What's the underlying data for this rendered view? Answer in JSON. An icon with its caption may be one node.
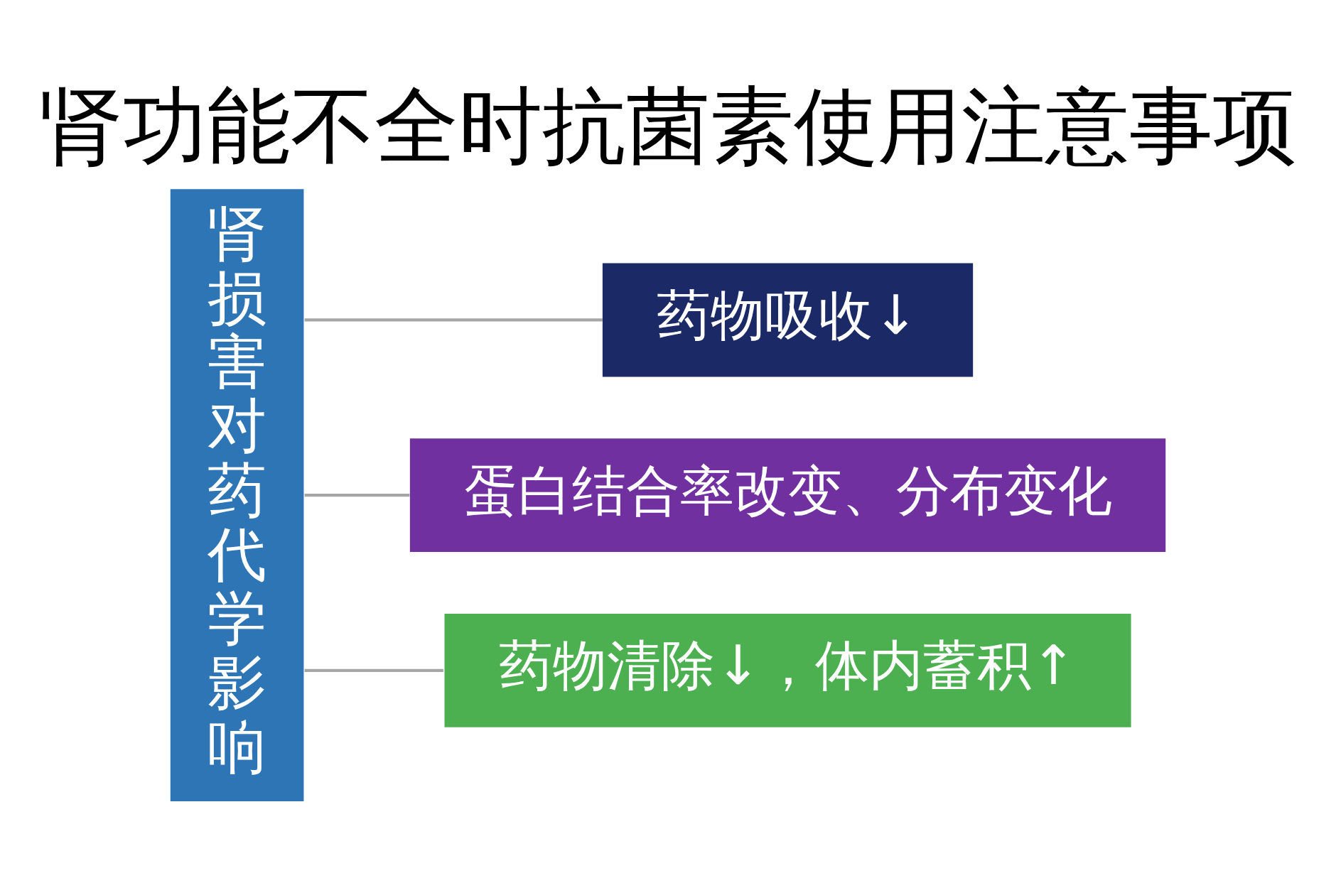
{
  "diagram": {
    "title": "肾功能不全时抗菌素使用注意事项",
    "nodes": [
      {
        "text": [
          "肾损害对药代学影响"
        ]
      },
      {
        "text": [
          "药物吸收↓"
        ]
      },
      {
        "text": [
          "蛋白结合率改变、分布变化"
        ]
      },
      {
        "text": [
          "药物清除↓，体内蓄积↑"
        ]
      }
    ],
    "edges": [
      {
        "from": 0,
        "to": 1,
        "arrow": "none"
      },
      {
        "from": 0,
        "to": 2,
        "arrow": "none"
      },
      {
        "from": 0,
        "to": 3,
        "arrow": "none"
      }
    ]
  }
}
